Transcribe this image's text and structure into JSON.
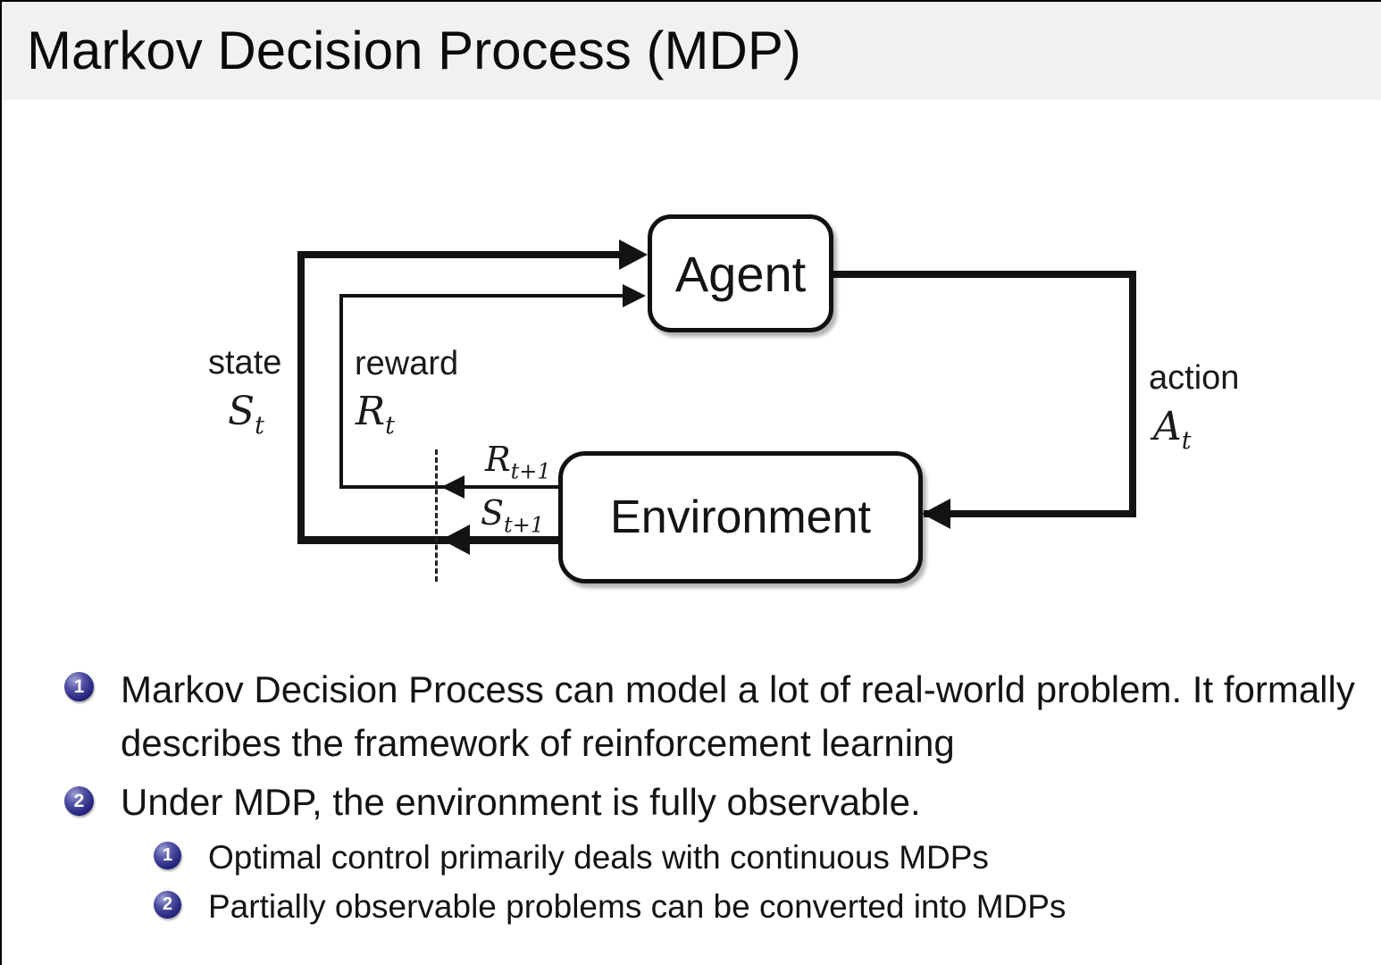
{
  "header": {
    "title": "Markov Decision Process (MDP)"
  },
  "diagram": {
    "boxes": {
      "agent": "Agent",
      "environment": "Environment"
    },
    "labels": {
      "state": "state",
      "reward": "reward",
      "action": "action"
    },
    "symbols": {
      "state": {
        "base": "S",
        "sub": "t"
      },
      "reward": {
        "base": "R",
        "sub": "t"
      },
      "action": {
        "base": "A",
        "sub": "t"
      },
      "next_reward": {
        "base": "R",
        "sub": "t+1"
      },
      "next_state": {
        "base": "S",
        "sub": "t+1"
      }
    }
  },
  "bullets": [
    {
      "number": "1",
      "text": "Markov Decision Process can model a lot of real-world problem. It formally describes the framework of reinforcement learning"
    },
    {
      "number": "2",
      "text": "Under MDP, the environment is fully observable."
    }
  ],
  "sub_bullets": [
    {
      "number": "1",
      "text": "Optimal control primarily deals with continuous MDPs"
    },
    {
      "number": "2",
      "text": "Partially observable problems can be converted into MDPs"
    }
  ],
  "colors": {
    "header_background": "#f1f1f1",
    "bullet_ball": "#24247f",
    "diagram_line": "#131313"
  }
}
